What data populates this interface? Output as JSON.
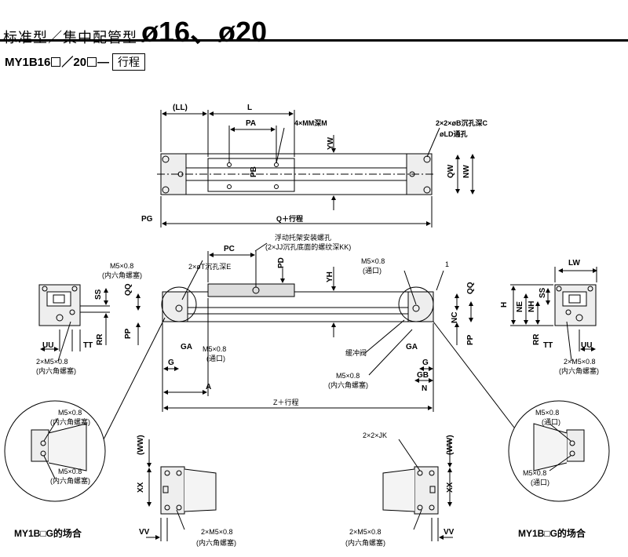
{
  "header": {
    "subtitle": "标准型／集中配管型",
    "title": "ø16、ø20"
  },
  "model": {
    "part1": "MY1B16",
    "part2": "／20",
    "part3": "—",
    "stroke": "行程"
  },
  "top_view": {
    "LL": "(LL)",
    "L": "L",
    "PA": "PA",
    "MM": "4×MM深M",
    "B": "2×2×øB沉孔深C",
    "LD": "øLD通孔",
    "YW": "YW",
    "QW": "QW",
    "NW": "NW",
    "PB": "PB",
    "PG": "PG",
    "Q": "Q＋行程"
  },
  "front_view": {
    "float1": "浮动托架安装螺孔",
    "float2": "(2×JJ沉孔底面的螺纹深KK)",
    "PC": "PC",
    "T": "2×øT沉孔深E",
    "PD": "PD",
    "YH": "YH",
    "M5_l": "M5×0.8",
    "hex_l": "(内六角螺塞)",
    "M5_r": "M5×0.8",
    "port_r": "(通口)",
    "one": "1",
    "M5_c": "M5×0.8",
    "port_c": "(通口)",
    "cushion": "缓冲阀",
    "M5_c2": "M5×0.8",
    "hex_c2": "(内六角螺塞)",
    "SS": "SS",
    "QQ": "QQ",
    "PP": "PP",
    "GA": "GA",
    "G": "G",
    "A": "A",
    "Z": "Z＋行程",
    "GB": "GB",
    "N": "N",
    "NC": "NC"
  },
  "left_end": {
    "UU": "UU",
    "TT": "TT",
    "RR": "RR",
    "m5": "2×M5×0.8",
    "hex": "(内六角螺塞)"
  },
  "right_end": {
    "LW": "LW",
    "H": "H",
    "NE": "NE",
    "NH": "NH",
    "SS": "SS",
    "RR": "RR",
    "TT": "TT",
    "UU": "UU",
    "m5": "2×M5×0.8",
    "hex": "(内六角螺塞)"
  },
  "detail_left": {
    "m5a": "M5×0.8",
    "hexa": "(内六角螺塞)",
    "m5b": "M5×0.8",
    "hexb": "(内六角螺塞)"
  },
  "detail_right": {
    "m5a": "M5×0.8",
    "porta": "(通口)",
    "m5b": "M5×0.8",
    "portb": "(通口)"
  },
  "bottom_left": {
    "WW": "(WW)",
    "XX": "XX",
    "VV": "VV",
    "m5": "2×M5×0.8",
    "hex": "(内六角螺塞)",
    "caption": "MY1B□G的场合"
  },
  "bottom_right": {
    "JK": "2×2×JK",
    "WW": "(WW)",
    "XX": "XX",
    "VV": "VV",
    "m5": "2×M5×0.8",
    "hex": "(内六角螺塞)",
    "caption": "MY1B□G的场合"
  }
}
